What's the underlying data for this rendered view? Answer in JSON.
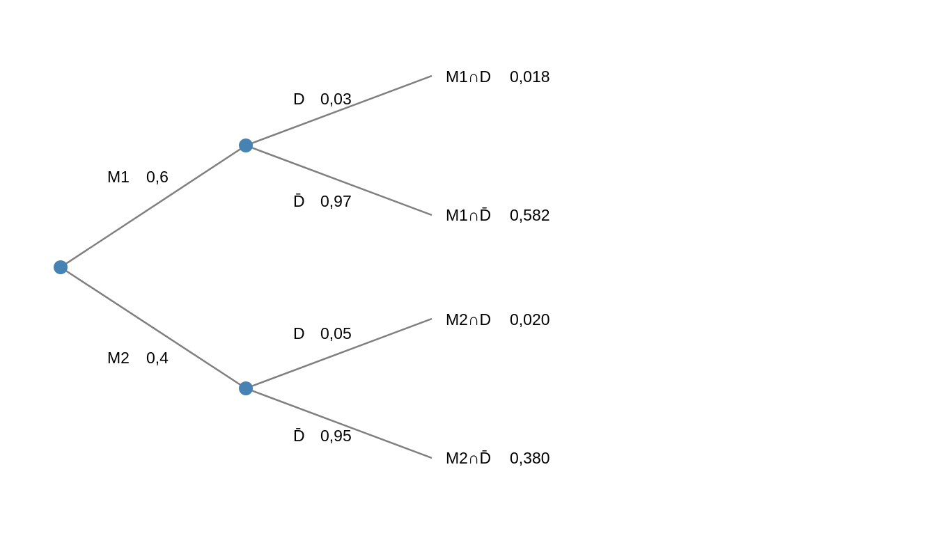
{
  "tree": {
    "edge_color": "#7f7f7f",
    "node_color": "#4682b4",
    "root": {
      "branches": [
        {
          "event": "M1",
          "probability": "0,6",
          "branches": [
            {
              "event": "D",
              "probability": "0,03",
              "outcome": "M1∩D",
              "outcome_probability": "0,018"
            },
            {
              "event": "D̄",
              "probability": "0,97",
              "outcome": "M1∩D̄",
              "outcome_probability": "0,582"
            }
          ]
        },
        {
          "event": "M2",
          "probability": "0,4",
          "branches": [
            {
              "event": "D",
              "probability": "0,05",
              "outcome": "M2∩D",
              "outcome_probability": "0,020"
            },
            {
              "event": "D̄",
              "probability": "0,95",
              "outcome": "M2∩D̄",
              "outcome_probability": "0,380"
            }
          ]
        }
      ]
    }
  }
}
